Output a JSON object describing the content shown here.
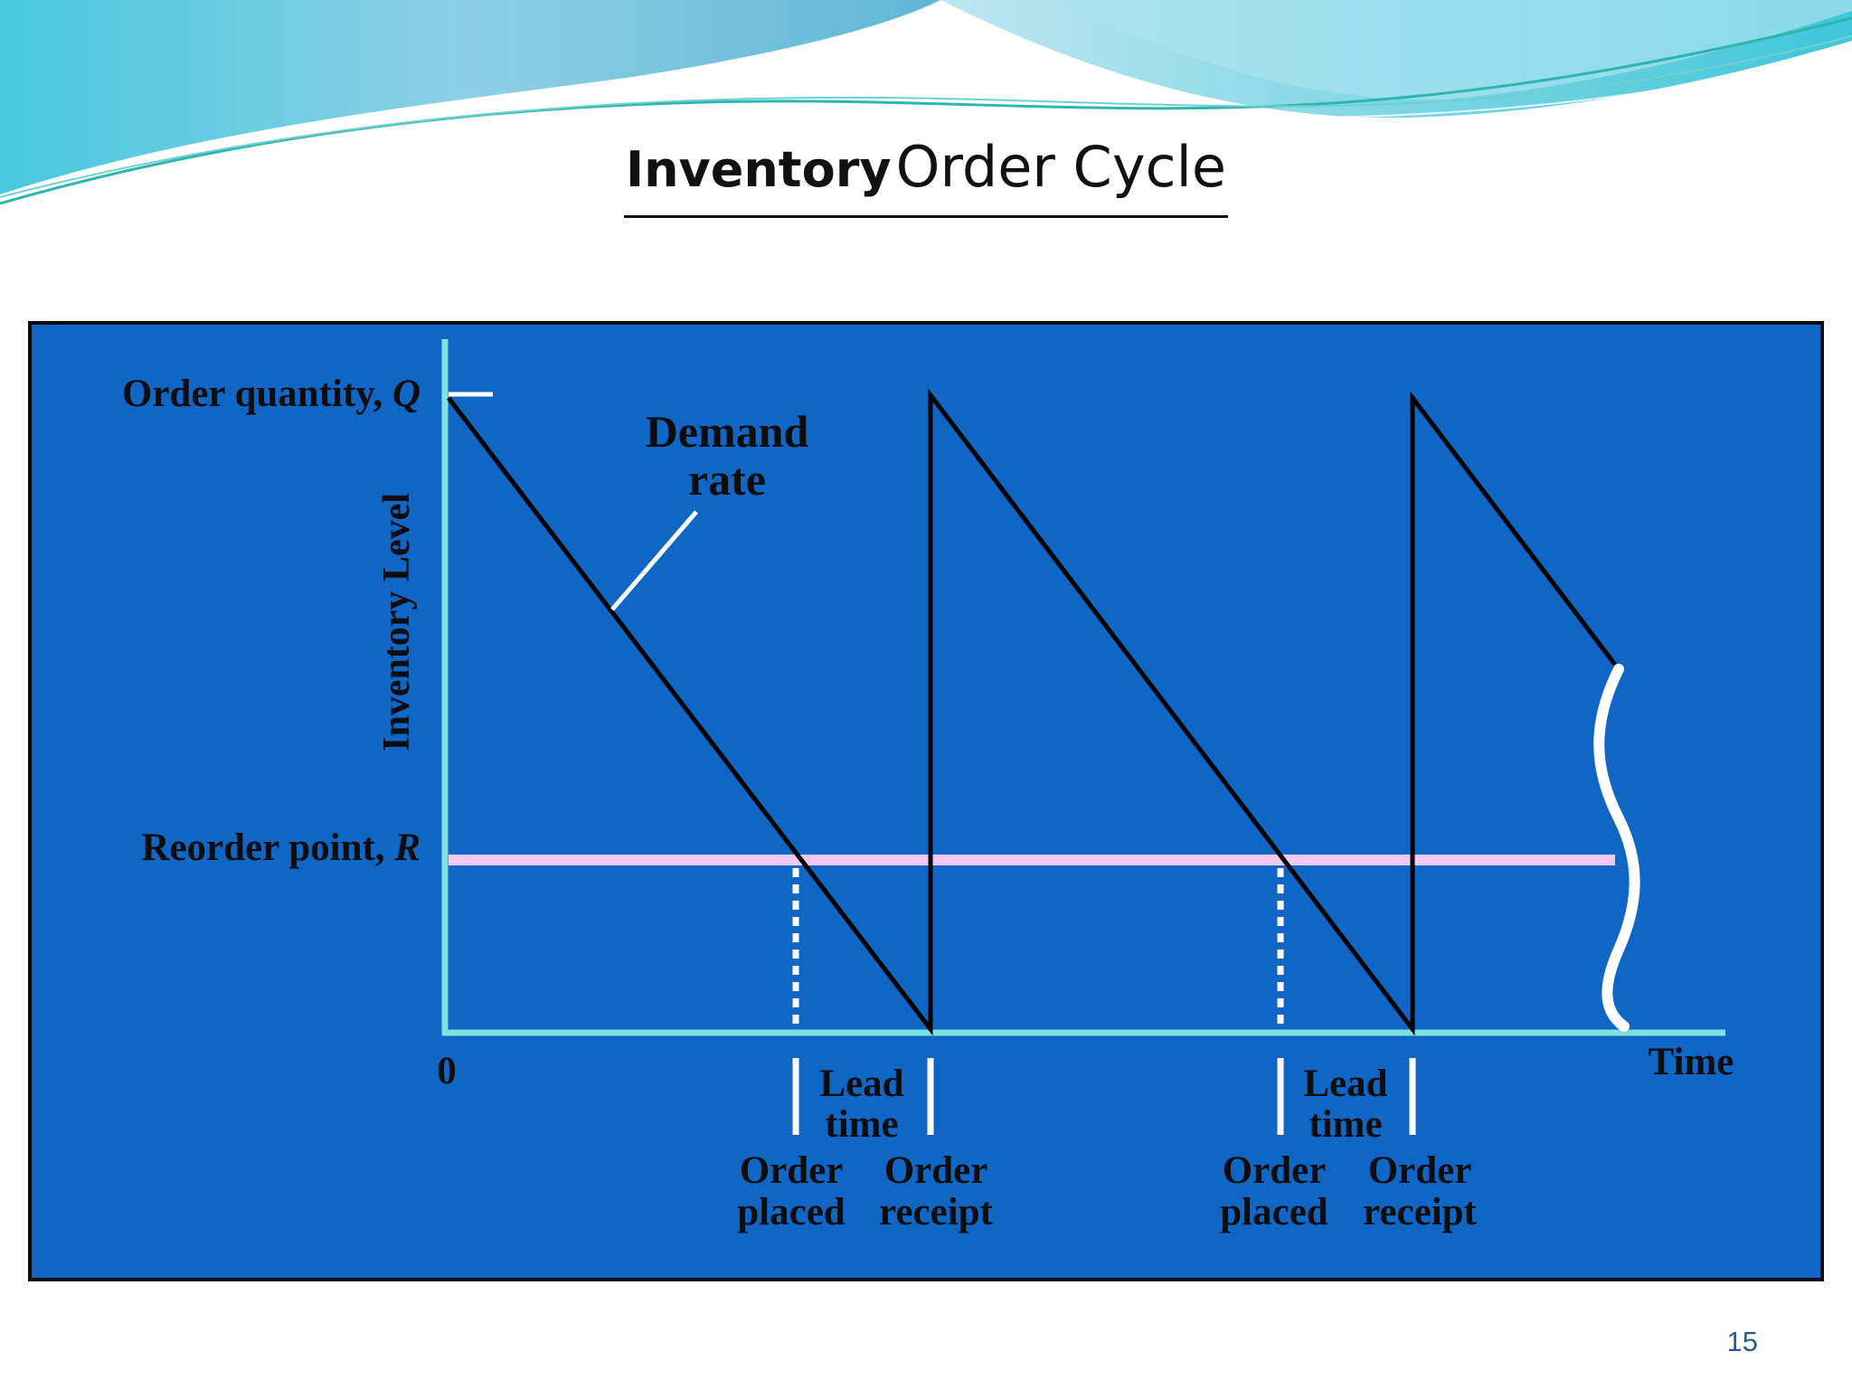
{
  "slide": {
    "title_bold": "Inventory",
    "title_rest": "Order Cycle",
    "page_number": "15"
  },
  "colors": {
    "panel": "#1066c4",
    "axis": "#7fe0e0",
    "reorder_line": "#f2c9f2",
    "sawtooth": "#000000"
  },
  "diagram": {
    "y_axis_label": "Inventory Level",
    "x_axis_label": "Time",
    "origin_label": "0",
    "order_quantity_label": "Order quantity, ",
    "order_quantity_symbol": "Q",
    "reorder_point_label": "Reorder point, ",
    "reorder_point_symbol": "R",
    "demand_rate_line1": "Demand",
    "demand_rate_line2": "rate",
    "lead_time_line1": "Lead",
    "lead_time_line2": "time",
    "order_placed_line1": "Order",
    "order_placed_line2": "placed",
    "order_receipt_line1": "Order",
    "order_receipt_line2": "receipt"
  }
}
